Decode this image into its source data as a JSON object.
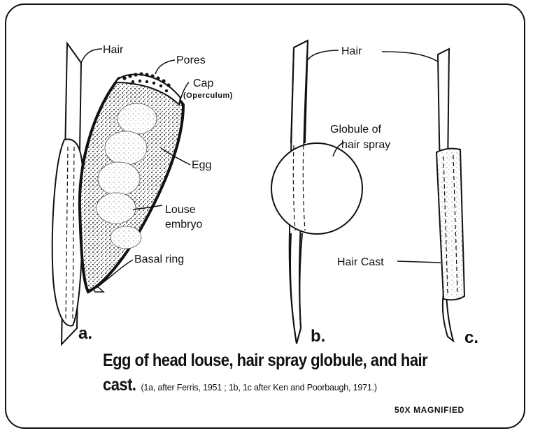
{
  "figure_a": {
    "label_hair": "Hair",
    "label_pores": "Pores",
    "label_cap": "Cap",
    "label_operculum": "(Operculum)",
    "label_egg": "Egg",
    "label_louse": "Louse",
    "label_embryo": "embryo",
    "label_basal_ring": "Basal ring",
    "panel_letter": "a."
  },
  "figure_b": {
    "label_hair": "Hair",
    "label_globule_1": "Globule of",
    "label_globule_2": "hair spray",
    "panel_letter": "b."
  },
  "figure_c": {
    "label_hair_cast": "Hair Cast",
    "panel_letter": "c."
  },
  "caption": {
    "title": "Egg of head louse, hair spray globule, and hair",
    "title_cont": "cast.",
    "citation": "(1a, after Ferris, 1951 ; 1b, 1c after Ken and Poorbaugh, 1971.)",
    "magnification": "50X MAGNIFIED"
  }
}
